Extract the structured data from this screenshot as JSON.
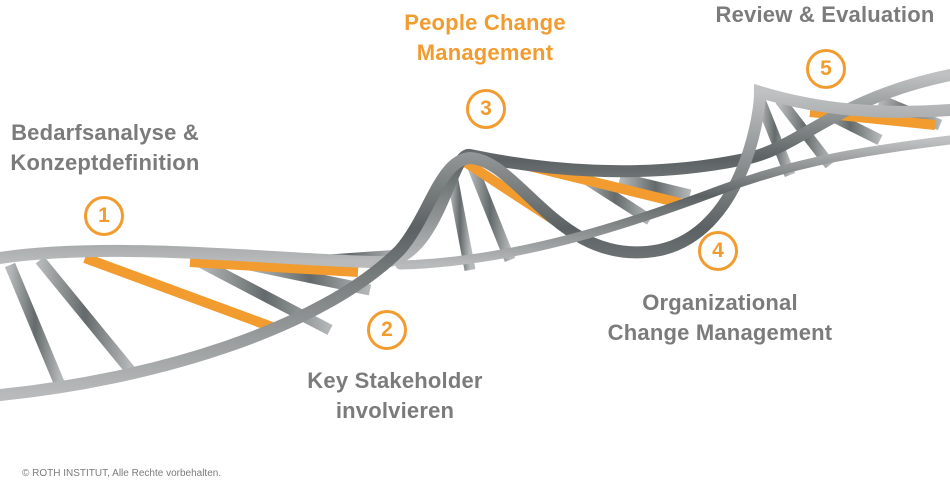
{
  "diagram": {
    "type": "dna-helix-process",
    "accent_color": "#f29b2f",
    "text_color": "#7b7b7b",
    "steps": [
      {
        "number": "1",
        "line1": "Bedarfsanalyse &",
        "line2": "Konzeptdefinition",
        "highlight": false
      },
      {
        "number": "2",
        "line1": "Key Stakeholder",
        "line2": "involvieren",
        "highlight": false
      },
      {
        "number": "3",
        "line1": "People Change",
        "line2": "Management",
        "highlight": true
      },
      {
        "number": "4",
        "line1": "Organizational",
        "line2": "Change Management",
        "highlight": false
      },
      {
        "number": "5",
        "line1": "Review & Evaluation",
        "line2": "",
        "highlight": false
      }
    ]
  },
  "footer": {
    "copyright": "© ROTH INSTITUT, Alle Rechte vorbehalten."
  }
}
